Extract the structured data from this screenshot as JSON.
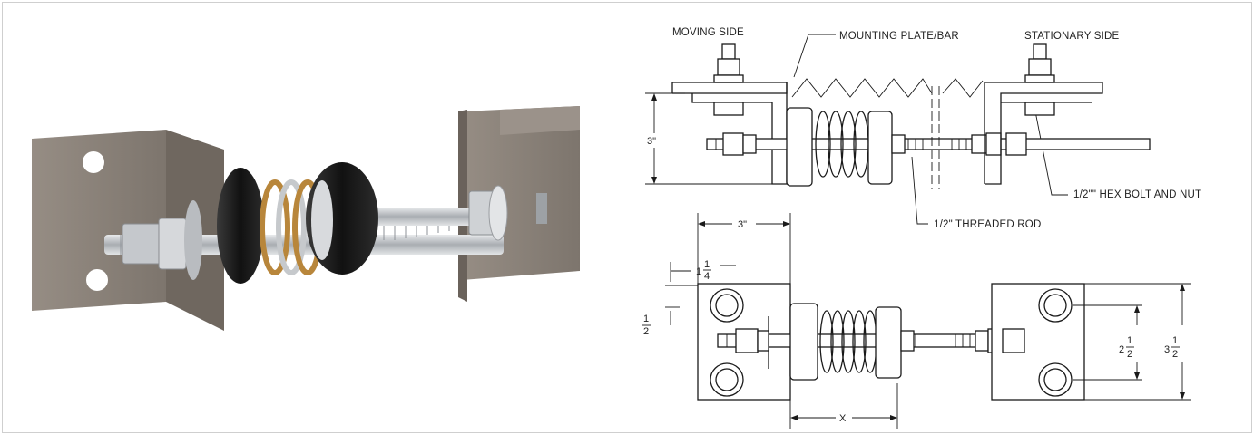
{
  "labels": {
    "moving_side": "MOVING SIDE",
    "mounting_plate": "MOUNTING PLATE/BAR",
    "stationary_side": "STATIONARY SIDE",
    "hex_bolt": "1/2\"\" HEX BOLT AND NUT",
    "threaded_rod": "1/2\" THREADED ROD"
  },
  "dimensions": {
    "height_side": "3\"",
    "width_top": "3\"",
    "bolt_offset_whole": "1",
    "bolt_offset_num": "1",
    "bolt_offset_den": "4",
    "edge_num": "1",
    "edge_den": "2",
    "spacing_whole": "2",
    "spacing_num": "1",
    "spacing_den": "2",
    "plate_whole": "3",
    "plate_num": "1",
    "plate_den": "2",
    "x_dim": "X"
  },
  "colors": {
    "steel": "#8a8178",
    "steel_dark": "#6e665e",
    "rubber": "#222222",
    "zinc": "#c9ccd0"
  }
}
